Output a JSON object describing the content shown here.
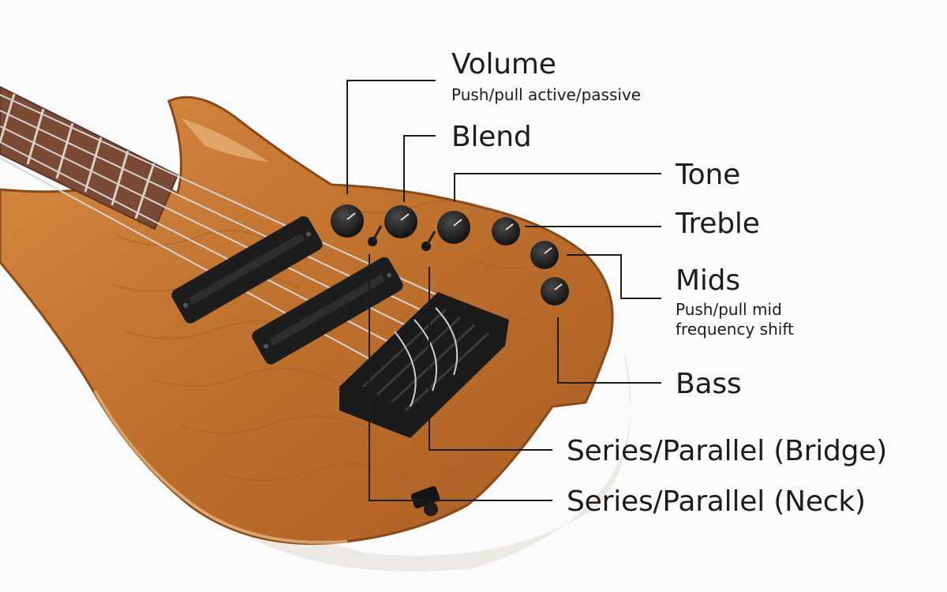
{
  "labels": {
    "volume": {
      "title": "Volume",
      "sub": "Push/pull active/passive"
    },
    "blend": {
      "title": "Blend"
    },
    "tone": {
      "title": "Tone"
    },
    "treble": {
      "title": "Treble"
    },
    "mids": {
      "title": "Mids",
      "sub_line1": "Push/pull mid",
      "sub_line2": "frequency shift"
    },
    "bass": {
      "title": "Bass"
    },
    "series_bridge": {
      "title": "Series/Parallel (Bridge)"
    },
    "series_neck": {
      "title": "Series/Parallel (Neck)"
    }
  },
  "colors": {
    "background": "#fbfbfb",
    "body_wood": "#c77a36",
    "fretboard": "#7a4a35",
    "hardware": "#1d1d1d",
    "leader_line": "#1c1c1c"
  }
}
